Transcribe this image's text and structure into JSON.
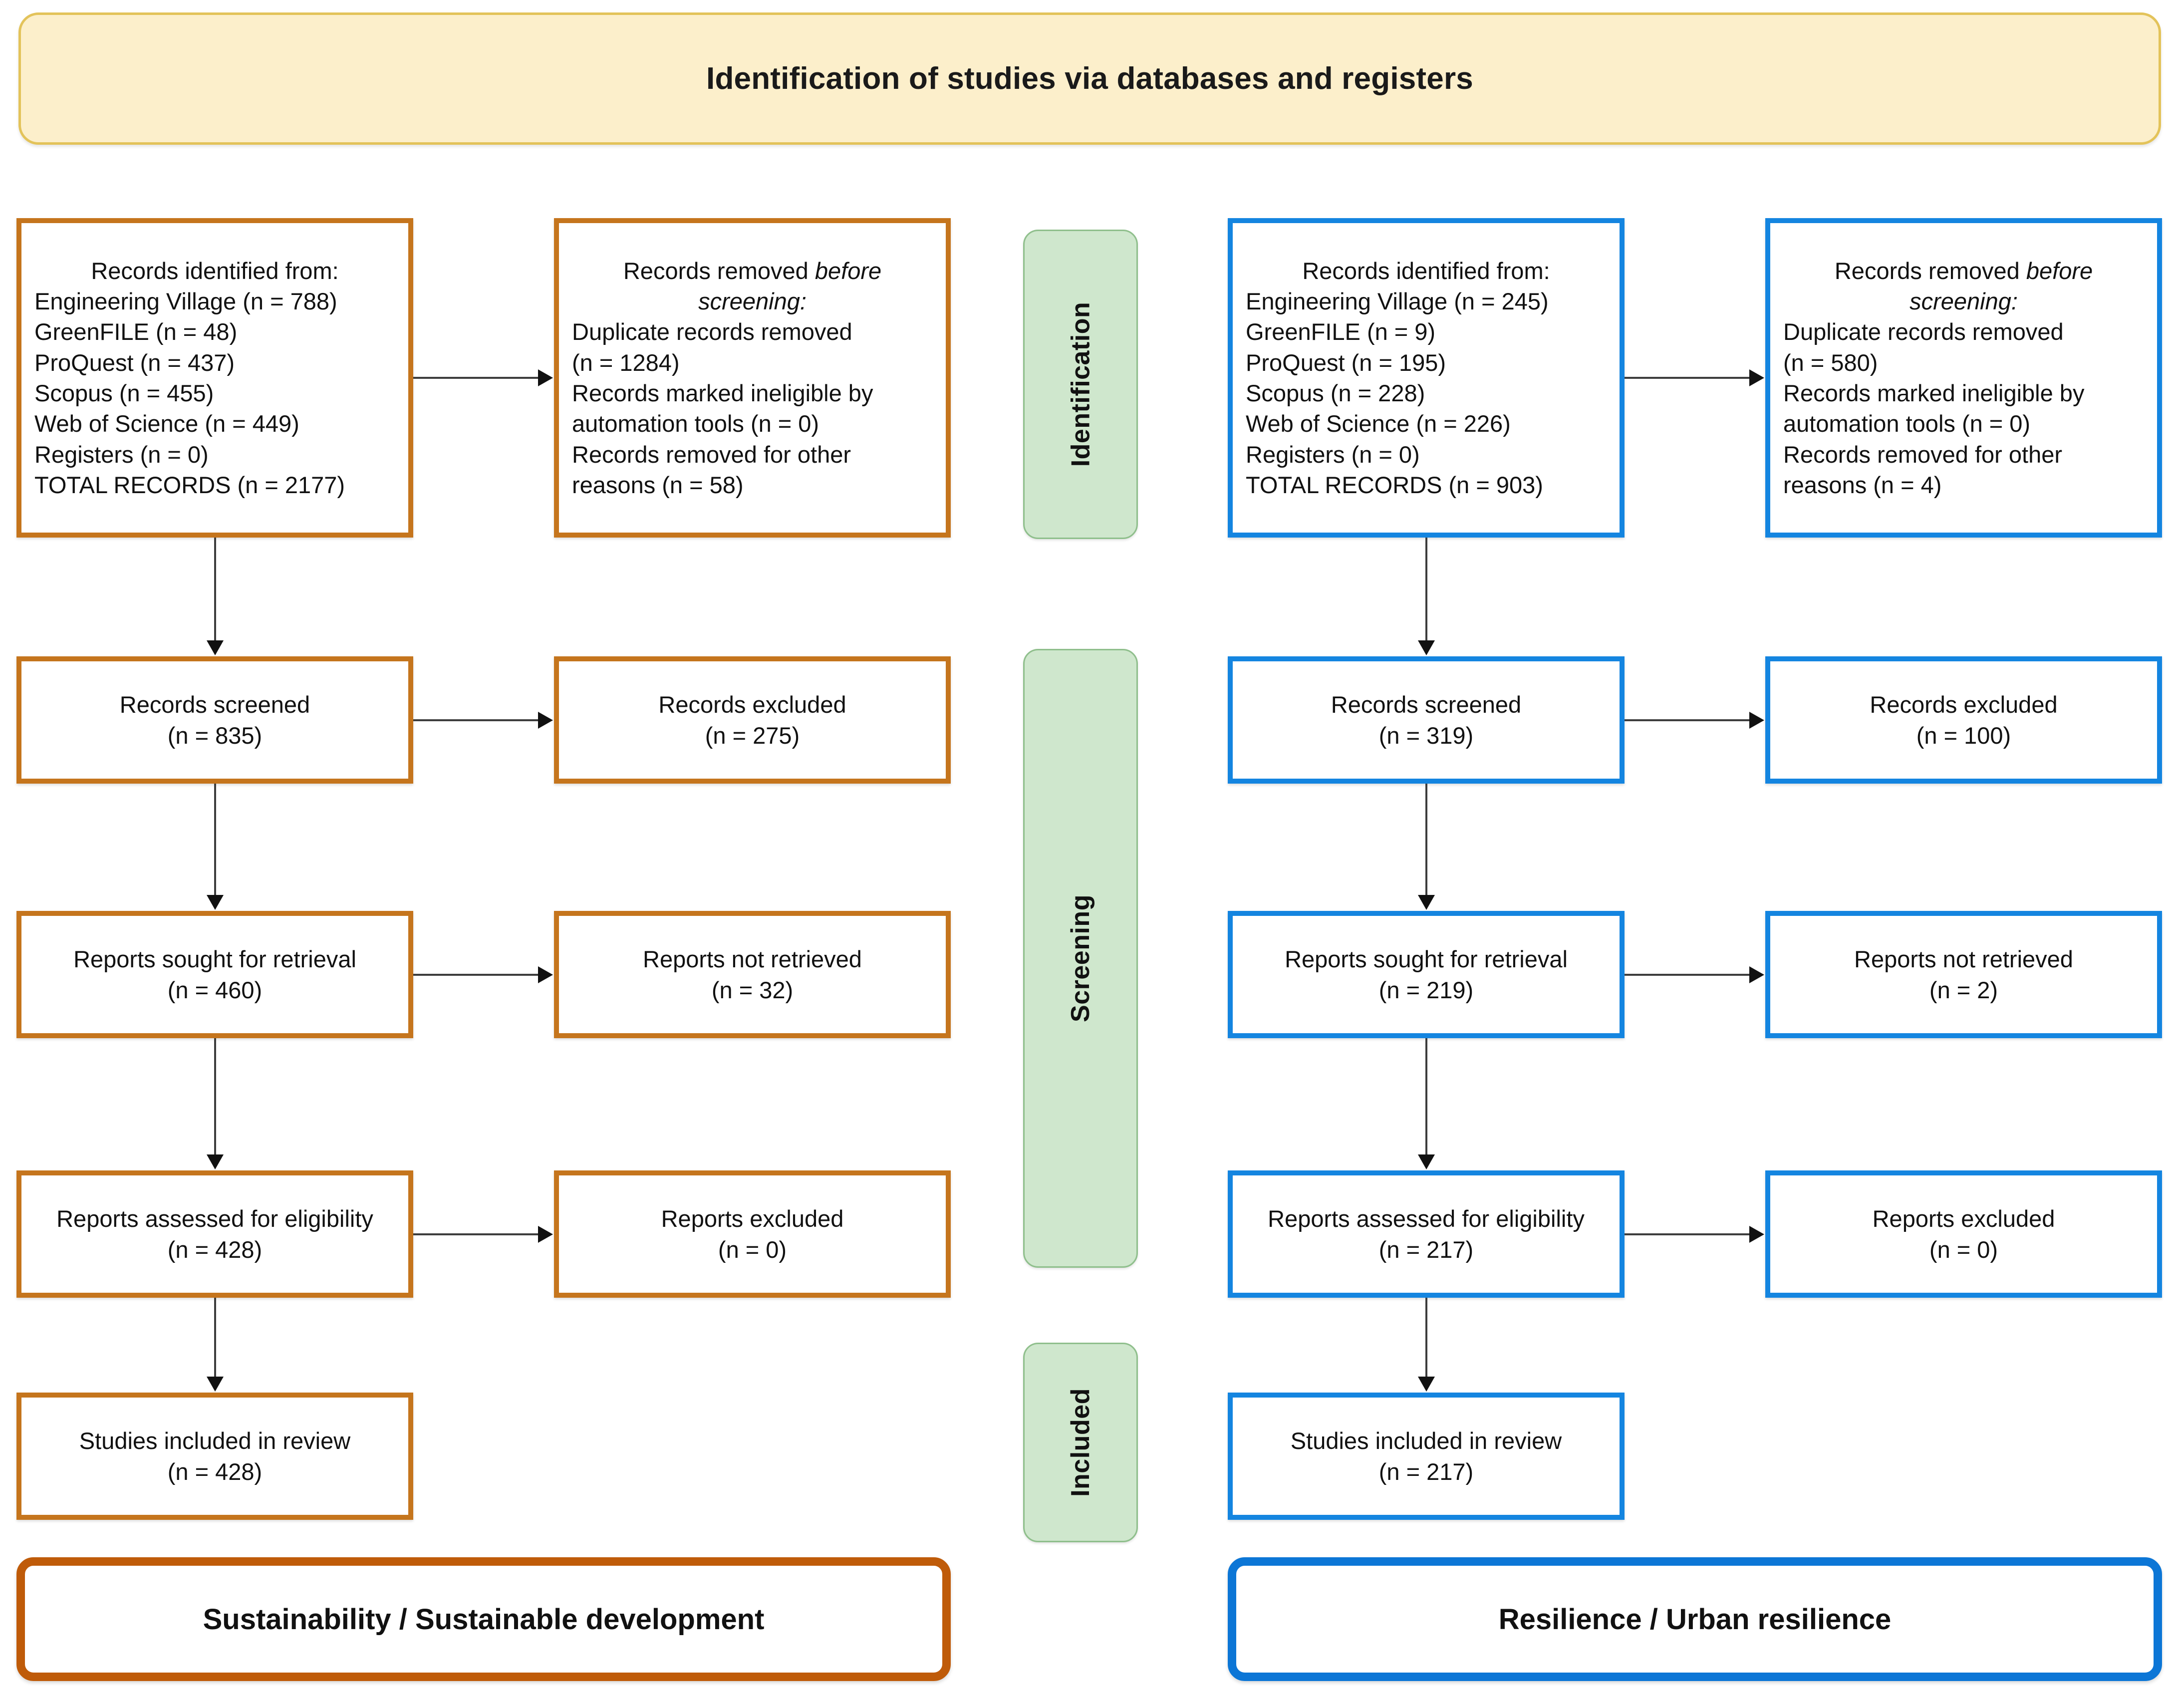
{
  "banner": {
    "title": "Identification of studies via databases and registers"
  },
  "phases": [
    {
      "id": "identification",
      "label": "Identification"
    },
    {
      "id": "screening",
      "label": "Screening"
    },
    {
      "id": "included",
      "label": "Included"
    }
  ],
  "columns": [
    {
      "id": "sustainability",
      "accent": "#C5751D",
      "footer_accent": "#BF5B09",
      "footer_label": "Sustainability / Sustainable development",
      "identified": {
        "heading": "Records identified from:",
        "lines": [
          "Engineering Village (n = 788)",
          "GreenFILE (n = 48)",
          "ProQuest (n = 437)",
          "Scopus (n = 455)",
          "Web of Science (n = 449)",
          "Registers (n = 0)",
          "TOTAL RECORDS (n = 2177)"
        ]
      },
      "removed": {
        "heading_plain": "Records removed ",
        "heading_italic_1": "before",
        "heading_italic_2": "screening:",
        "lines": [
          "Duplicate records removed",
          "(n = 1284)",
          "Records marked ineligible by",
          "automation tools (n = 0)",
          "Records removed for other",
          "reasons (n = 58)"
        ]
      },
      "screened": {
        "label": "Records screened",
        "count": "(n = 835)"
      },
      "excluded": {
        "label": "Records excluded",
        "count": "(n = 275)"
      },
      "sought": {
        "label": "Reports sought for retrieval",
        "count": "(n = 460)"
      },
      "not_retrieved": {
        "label": "Reports not retrieved",
        "count": "(n = 32)"
      },
      "assessed": {
        "label": "Reports assessed for eligibility",
        "count": "(n = 428)"
      },
      "reports_excluded": {
        "label": "Reports excluded",
        "count": "(n = 0)"
      },
      "included": {
        "label": "Studies included in review",
        "count": "(n = 428)"
      }
    },
    {
      "id": "resilience",
      "accent": "#1485E0",
      "footer_accent": "#0C76D6",
      "footer_label": "Resilience / Urban resilience",
      "identified": {
        "heading": "Records identified from:",
        "lines": [
          "Engineering Village (n = 245)",
          "GreenFILE (n = 9)",
          "ProQuest (n = 195)",
          "Scopus (n = 228)",
          "Web of Science (n = 226)",
          "Registers (n = 0)",
          "TOTAL RECORDS (n = 903)"
        ]
      },
      "removed": {
        "heading_plain": "Records removed ",
        "heading_italic_1": "before",
        "heading_italic_2": "screening:",
        "lines": [
          "Duplicate records removed",
          "(n = 580)",
          "Records marked ineligible by",
          "automation tools (n = 0)",
          "Records removed for other",
          "reasons (n = 4)"
        ]
      },
      "screened": {
        "label": "Records screened",
        "count": "(n = 319)"
      },
      "excluded": {
        "label": "Records excluded",
        "count": "(n = 100)"
      },
      "sought": {
        "label": "Reports sought for retrieval",
        "count": "(n = 219)"
      },
      "not_retrieved": {
        "label": "Reports not retrieved",
        "count": "(n = 2)"
      },
      "assessed": {
        "label": "Reports assessed for eligibility",
        "count": "(n = 217)"
      },
      "reports_excluded": {
        "label": "Reports excluded",
        "count": "(n = 0)"
      },
      "included": {
        "label": "Studies included in review",
        "count": "(n = 217)"
      }
    }
  ],
  "colors": {
    "banner_fill": "#FCEFCB",
    "banner_border": "#E3C35A",
    "phase_fill": "#CFE7CD",
    "phase_border": "#8FBF8C",
    "orange": "#C5751D",
    "blue": "#1485E0",
    "connector": "#3d3d3d"
  }
}
